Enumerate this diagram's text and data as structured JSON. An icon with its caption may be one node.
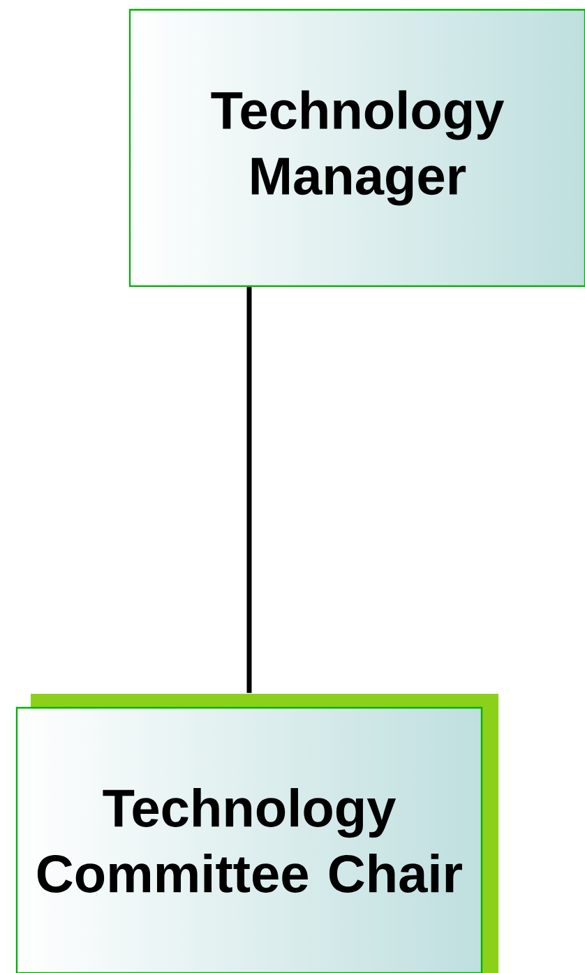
{
  "diagram": {
    "nodes": [
      {
        "text": [
          "Technology Manager"
        ]
      },
      {
        "text": [
          "Technology Committee Chair"
        ]
      }
    ],
    "edges": [
      {
        "from": 0,
        "to": 1,
        "arrow": "none"
      }
    ]
  }
}
